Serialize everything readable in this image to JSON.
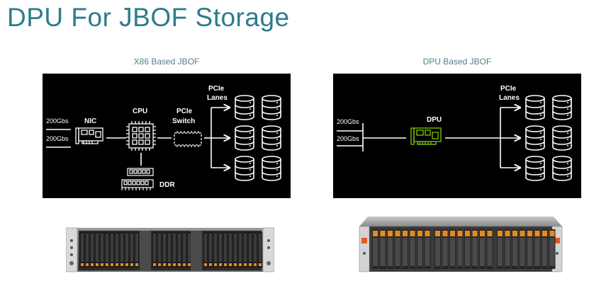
{
  "page": {
    "title": "DPU For JBOF Storage"
  },
  "left": {
    "heading": "X86 Based JBOF",
    "labels": {
      "link_top": "200Gbs",
      "link_bottom": "200Gbs",
      "nic": "NIC",
      "cpu": "CPU",
      "switch_line1": "PCIe",
      "switch_line2": "Switch",
      "lanes_line1": "PCIe",
      "lanes_line2": "Lanes",
      "ddr": "DDR"
    }
  },
  "right": {
    "heading": "DPU Based JBOF",
    "labels": {
      "link_top": "200Gbs",
      "link_bottom": "200Gbs",
      "dpu": "DPU",
      "lanes_line1": "PCIe",
      "lanes_line2": "Lanes"
    }
  },
  "colors": {
    "title": "#2c7c8c",
    "diagram_background": "#000000",
    "diagram_lines": "#ffffff",
    "dpu_accent": "#76b900",
    "drive_tray_accent": "#e88a1a"
  },
  "icons": {
    "nic": "network-card-icon",
    "cpu": "cpu-chip-icon",
    "switch": "pcie-switch-chip-icon",
    "ddr": "memory-module-icon",
    "dpu": "dpu-card-icon",
    "drive": "database-disk-icon"
  }
}
